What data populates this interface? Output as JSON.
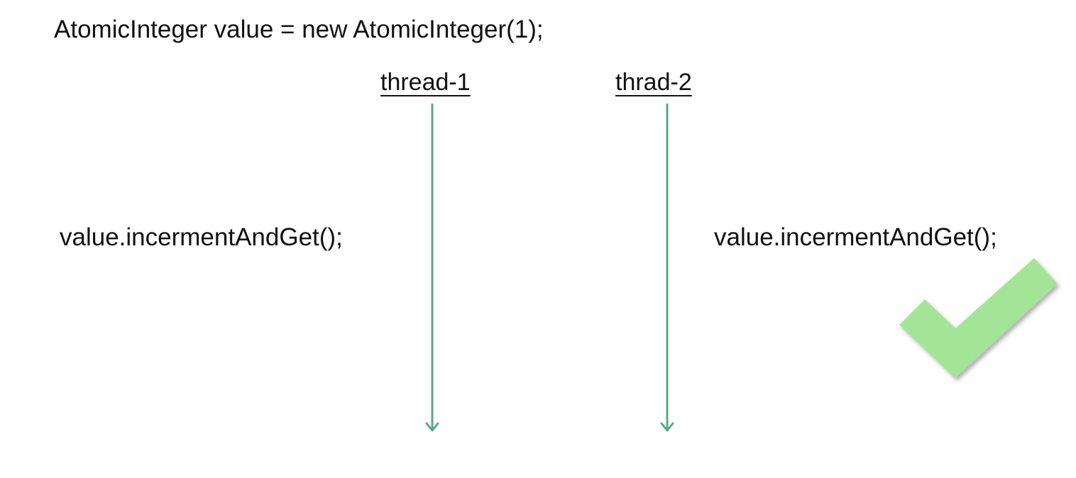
{
  "diagram": {
    "declaration": "AtomicInteger value = new AtomicInteger(1);",
    "threads": [
      {
        "label": "thread-1"
      },
      {
        "label": "thrad-2"
      }
    ],
    "operations": {
      "left": "value.incermentAndGet();",
      "right": "value.incermentAndGet();"
    },
    "colors": {
      "timeline": "#5aa886",
      "checkmark": "#a3e596",
      "checkmark_shadow": "#7a9c72",
      "text": "#111111"
    },
    "icons": {
      "result": "checkmark-icon"
    }
  }
}
